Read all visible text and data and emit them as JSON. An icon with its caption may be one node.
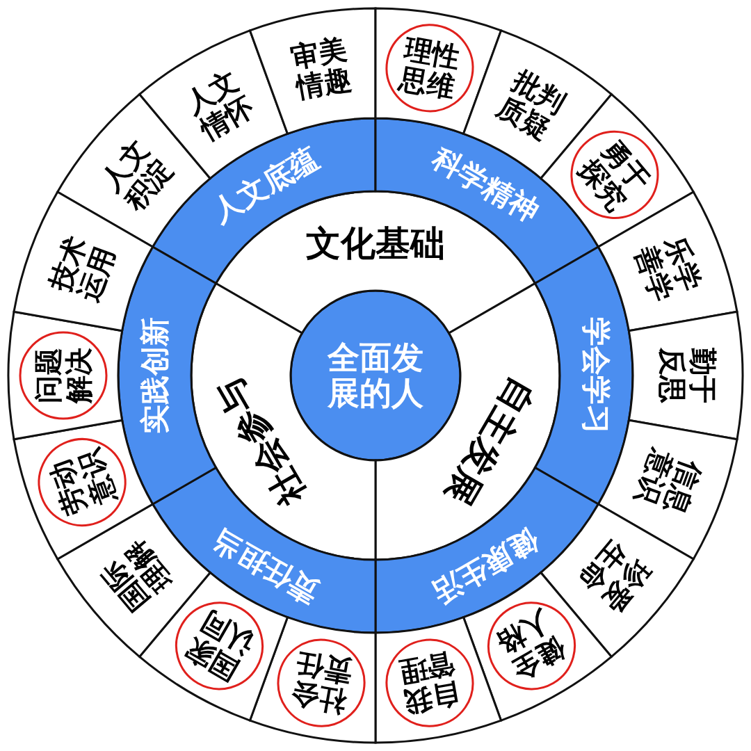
{
  "diagram": {
    "nodes": [
      {
        "text": [
          "全面发展的人"
        ]
      },
      {
        "text": [
          "文化基础"
        ]
      },
      {
        "text": [
          "自主发展"
        ]
      },
      {
        "text": [
          "社会参与"
        ]
      },
      {
        "text": [
          "人文底蕴"
        ]
      },
      {
        "text": [
          "科学精神"
        ]
      },
      {
        "text": [
          "学会学习"
        ]
      },
      {
        "text": [
          "健康生活"
        ]
      },
      {
        "text": [
          "责任担当"
        ]
      },
      {
        "text": [
          "实践创新"
        ]
      },
      {
        "text": [
          "人文积淀"
        ]
      },
      {
        "text": [
          "人文情怀"
        ]
      },
      {
        "text": [
          "审美情趣"
        ]
      },
      {
        "text": [],
        "shape": "sector"
      },
      {
        "text": [
          "理性思维"
        ],
        "in": 13
      },
      {
        "text": [
          "批判质疑"
        ]
      },
      {
        "text": [],
        "shape": "sector"
      },
      {
        "text": [
          "勇于探究"
        ],
        "in": 16
      },
      {
        "text": [
          "乐学善学"
        ]
      },
      {
        "text": [
          "勤于反思"
        ]
      },
      {
        "text": [
          "信息意识"
        ]
      },
      {
        "text": [
          "珍爱生命"
        ]
      },
      {
        "text": [],
        "shape": "sector"
      },
      {
        "text": [
          "健全人格"
        ],
        "in": 22
      },
      {
        "text": [],
        "shape": "sector"
      },
      {
        "text": [
          "自我管理"
        ],
        "in": 24
      },
      {
        "text": [],
        "shape": "sector"
      },
      {
        "text": [
          "社会责任"
        ],
        "in": 26
      },
      {
        "text": [],
        "shape": "sector"
      },
      {
        "text": [
          "国家认同"
        ],
        "in": 28
      },
      {
        "text": [
          "国际理解"
        ]
      },
      {
        "text": [],
        "shape": "sector"
      },
      {
        "text": [
          "劳动意识"
        ],
        "in": 31
      },
      {
        "text": [],
        "shape": "sector"
      },
      {
        "text": [
          "问题解决"
        ],
        "in": 33
      },
      {
        "text": [
          "技术运用"
        ]
      }
    ]
  }
}
